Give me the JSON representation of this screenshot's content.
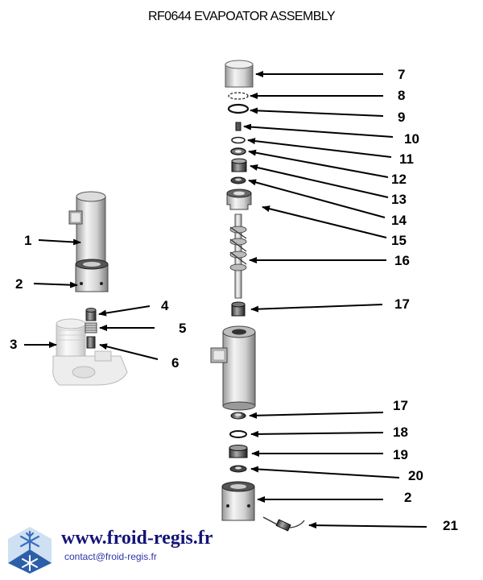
{
  "title": "RF0644 EVAPOATOR ASSEMBLY",
  "callouts": {
    "n1": "1",
    "n2a": "2",
    "n3": "3",
    "n4": "4",
    "n5": "5",
    "n6": "6",
    "n7": "7",
    "n8": "8",
    "n9": "9",
    "n10": "10",
    "n11": "11",
    "n12": "12",
    "n13": "13",
    "n14": "14",
    "n15": "15",
    "n16": "16",
    "n17a": "17",
    "n17b": "17",
    "n18": "18",
    "n19": "19",
    "n20": "20",
    "n2b": "2",
    "n21": "21"
  },
  "footer": {
    "url": "www.froid-regis.fr",
    "email": "contact@froid-regis.fr",
    "logo_icon": "snowflake-logo-icon"
  }
}
